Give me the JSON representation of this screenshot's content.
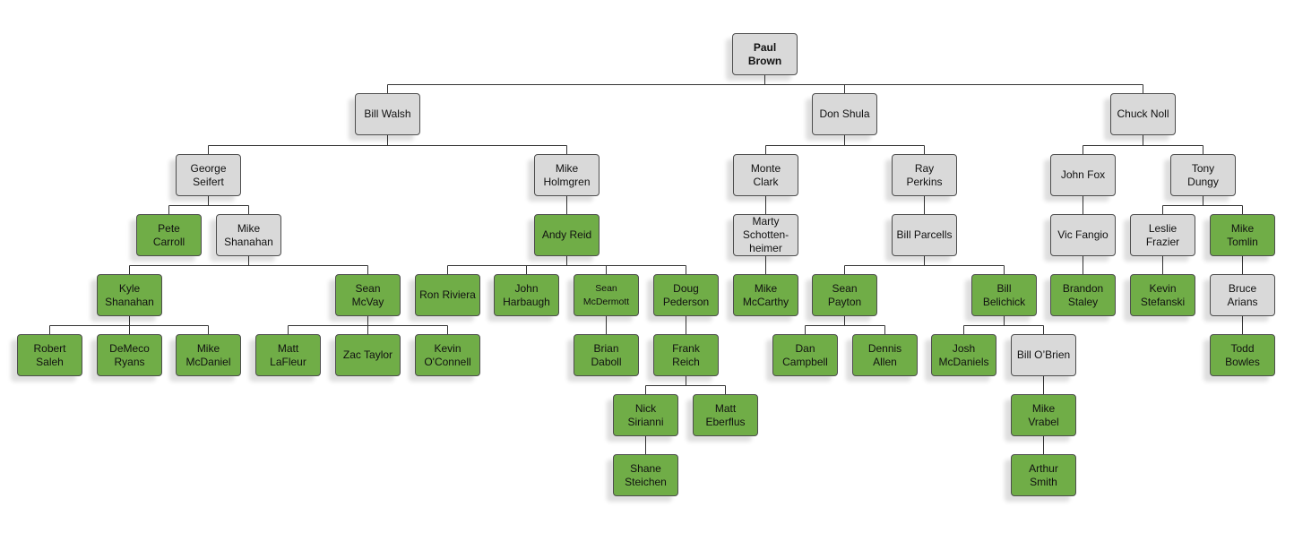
{
  "colors": {
    "gray": "#d9d9d9",
    "green": "#70ad47",
    "border": "#4d4d4d",
    "line": "#333333"
  },
  "nodes": {
    "paul_brown": "Paul\nBrown",
    "bill_walsh": "Bill Walsh",
    "don_shula": "Don Shula",
    "chuck_noll": "Chuck Noll",
    "george_seifert": "George\nSeifert",
    "mike_holmgren": "Mike\nHolmgren",
    "monte_clark": "Monte\nClark",
    "ray_perkins": "Ray\nPerkins",
    "john_fox": "John Fox",
    "tony_dungy": "Tony\nDungy",
    "pete_carroll": "Pete\nCarroll",
    "mike_shanahan": "Mike\nShanahan",
    "andy_reid": "Andy Reid",
    "marty_schottenheimer": "Marty\nSchotten-\nheimer",
    "bill_parcells": "Bill Parcells",
    "vic_fangio": "Vic Fangio",
    "leslie_frazier": "Leslie\nFrazier",
    "mike_tomlin": "Mike\nTomlin",
    "kyle_shanahan": "Kyle\nShanahan",
    "sean_mcvay": "Sean\nMcVay",
    "ron_riviera": "Ron Riviera",
    "john_harbaugh": "John\nHarbaugh",
    "sean_mcdermott": "Sean\nMcDermott",
    "doug_pederson": "Doug\nPederson",
    "mike_mccarthy": "Mike\nMcCarthy",
    "sean_payton": "Sean\nPayton",
    "bill_belichick": "Bill\nBelichick",
    "brandon_staley": "Brandon\nStaley",
    "kevin_stefanski": "Kevin\nStefanski",
    "bruce_arians": "Bruce\nArians",
    "robert_saleh": "Robert\nSaleh",
    "demeco_ryans": "DeMeco\nRyans",
    "mike_mcdaniel": "Mike\nMcDaniel",
    "matt_lafleur": "Matt\nLaFleur",
    "zac_taylor": "Zac Taylor",
    "kevin_oconnell": "Kevin\nO'Connell",
    "brian_daboll": "Brian\nDaboll",
    "frank_reich": "Frank\nReich",
    "dan_campbell": "Dan\nCampbell",
    "dennis_allen": "Dennis\nAllen",
    "josh_mcdaniels": "Josh\nMcDaniels",
    "bill_obrien": "Bill O’Brien",
    "todd_bowles": "Todd\nBowles",
    "nick_sirianni": "Nick\nSirianni",
    "matt_eberflus": "Matt\nEberflus",
    "mike_vrabel": "Mike\nVrabel",
    "shane_steichen": "Shane\nSteichen",
    "arthur_smith": "Arthur\nSmith"
  },
  "node_styles": {
    "paul_brown": "gray",
    "bill_walsh": "gray",
    "don_shula": "gray",
    "chuck_noll": "gray",
    "george_seifert": "gray",
    "mike_holmgren": "gray",
    "monte_clark": "gray",
    "ray_perkins": "gray",
    "john_fox": "gray",
    "tony_dungy": "gray",
    "pete_carroll": "green",
    "mike_shanahan": "gray",
    "andy_reid": "green",
    "marty_schottenheimer": "gray",
    "bill_parcells": "gray",
    "vic_fangio": "gray",
    "leslie_frazier": "gray",
    "mike_tomlin": "green",
    "kyle_shanahan": "green",
    "sean_mcvay": "green",
    "ron_riviera": "green",
    "john_harbaugh": "green",
    "sean_mcdermott": "green",
    "doug_pederson": "green",
    "mike_mccarthy": "green",
    "sean_payton": "green",
    "bill_belichick": "green",
    "brandon_staley": "green",
    "kevin_stefanski": "green",
    "bruce_arians": "gray",
    "robert_saleh": "green",
    "demeco_ryans": "green",
    "mike_mcdaniel": "green",
    "matt_lafleur": "green",
    "zac_taylor": "green",
    "kevin_oconnell": "green",
    "brian_daboll": "green",
    "frank_reich": "green",
    "dan_campbell": "green",
    "dennis_allen": "green",
    "josh_mcdaniels": "green",
    "bill_obrien": "gray",
    "todd_bowles": "green",
    "nick_sirianni": "green",
    "matt_eberflus": "green",
    "mike_vrabel": "green",
    "shane_steichen": "green",
    "arthur_smith": "green"
  },
  "edges": [
    [
      "paul_brown",
      "bill_walsh"
    ],
    [
      "paul_brown",
      "don_shula"
    ],
    [
      "paul_brown",
      "chuck_noll"
    ],
    [
      "bill_walsh",
      "george_seifert"
    ],
    [
      "bill_walsh",
      "mike_holmgren"
    ],
    [
      "don_shula",
      "monte_clark"
    ],
    [
      "don_shula",
      "ray_perkins"
    ],
    [
      "chuck_noll",
      "john_fox"
    ],
    [
      "chuck_noll",
      "tony_dungy"
    ],
    [
      "george_seifert",
      "pete_carroll"
    ],
    [
      "george_seifert",
      "mike_shanahan"
    ],
    [
      "mike_holmgren",
      "andy_reid"
    ],
    [
      "monte_clark",
      "marty_schottenheimer"
    ],
    [
      "ray_perkins",
      "bill_parcells"
    ],
    [
      "john_fox",
      "vic_fangio"
    ],
    [
      "tony_dungy",
      "leslie_frazier"
    ],
    [
      "tony_dungy",
      "mike_tomlin"
    ],
    [
      "mike_shanahan",
      "kyle_shanahan"
    ],
    [
      "mike_shanahan",
      "sean_mcvay"
    ],
    [
      "andy_reid",
      "ron_riviera"
    ],
    [
      "andy_reid",
      "john_harbaugh"
    ],
    [
      "andy_reid",
      "sean_mcdermott"
    ],
    [
      "andy_reid",
      "doug_pederson"
    ],
    [
      "marty_schottenheimer",
      "mike_mccarthy"
    ],
    [
      "bill_parcells",
      "sean_payton"
    ],
    [
      "bill_parcells",
      "bill_belichick"
    ],
    [
      "vic_fangio",
      "brandon_staley"
    ],
    [
      "leslie_frazier",
      "kevin_stefanski"
    ],
    [
      "mike_tomlin",
      "bruce_arians"
    ],
    [
      "kyle_shanahan",
      "robert_saleh"
    ],
    [
      "kyle_shanahan",
      "demeco_ryans"
    ],
    [
      "kyle_shanahan",
      "mike_mcdaniel"
    ],
    [
      "sean_mcvay",
      "matt_lafleur"
    ],
    [
      "sean_mcvay",
      "zac_taylor"
    ],
    [
      "sean_mcvay",
      "kevin_oconnell"
    ],
    [
      "sean_mcdermott",
      "brian_daboll"
    ],
    [
      "doug_pederson",
      "frank_reich"
    ],
    [
      "sean_payton",
      "dan_campbell"
    ],
    [
      "sean_payton",
      "dennis_allen"
    ],
    [
      "bill_belichick",
      "josh_mcdaniels"
    ],
    [
      "bill_belichick",
      "bill_obrien"
    ],
    [
      "bruce_arians",
      "todd_bowles"
    ],
    [
      "frank_reich",
      "nick_sirianni"
    ],
    [
      "frank_reich",
      "matt_eberflus"
    ],
    [
      "bill_obrien",
      "mike_vrabel"
    ],
    [
      "nick_sirianni",
      "shane_steichen"
    ],
    [
      "mike_vrabel",
      "arthur_smith"
    ]
  ]
}
